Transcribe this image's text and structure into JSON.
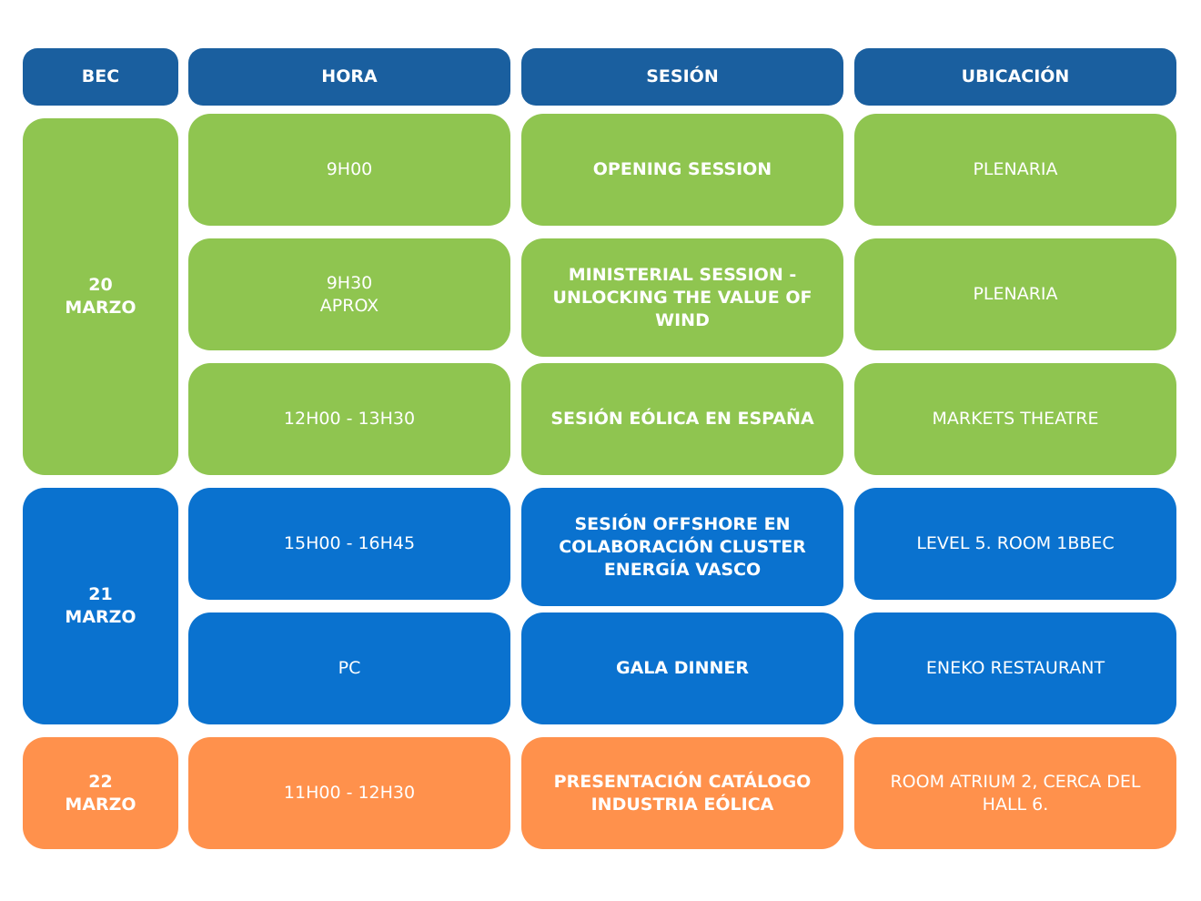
{
  "colors": {
    "header": "#1a5f9f",
    "day1": "#8fc550",
    "day2": "#0a72cf",
    "day3": "#ff914c",
    "text": "#ffffff"
  },
  "headers": {
    "bec": "BEC",
    "hora": "HORA",
    "sesion": "SESIÓN",
    "ubicacion": "UBICACIÓN"
  },
  "days": [
    {
      "label": "20 MARZO",
      "rows": [
        {
          "hora": "9H00",
          "sesion": "OPENING SESSION",
          "ubicacion": "PLENARIA"
        },
        {
          "hora": "9H30\nAPROX",
          "sesion": "MINISTERIAL SESSION -\nUNLOCKING THE VALUE OF\nWIND",
          "ubicacion": "PLENARIA"
        },
        {
          "hora": "12H00 - 13H30",
          "sesion": "SESIÓN EÓLICA EN ESPAÑA",
          "ubicacion": "MARKETS THEATRE"
        }
      ]
    },
    {
      "label": "21 MARZO",
      "rows": [
        {
          "hora": "15H00 - 16H45",
          "sesion": "SESIÓN OFFSHORE EN\nCOLABORACIÓN CLUSTER\nENERGÍA VASCO",
          "ubicacion": "LEVEL 5. ROOM 1BBEC"
        },
        {
          "hora": "PC",
          "sesion": "GALA DINNER",
          "ubicacion": "ENEKO RESTAURANT"
        }
      ]
    },
    {
      "label": "22 MARZO",
      "rows": [
        {
          "hora": "11H00 - 12H30",
          "sesion": "PRESENTACIÓN CATÁLOGO\nINDUSTRIA EÓLICA",
          "ubicacion": "ROOM ATRIUM 2, CERCA DEL\nHALL 6."
        }
      ]
    }
  ]
}
